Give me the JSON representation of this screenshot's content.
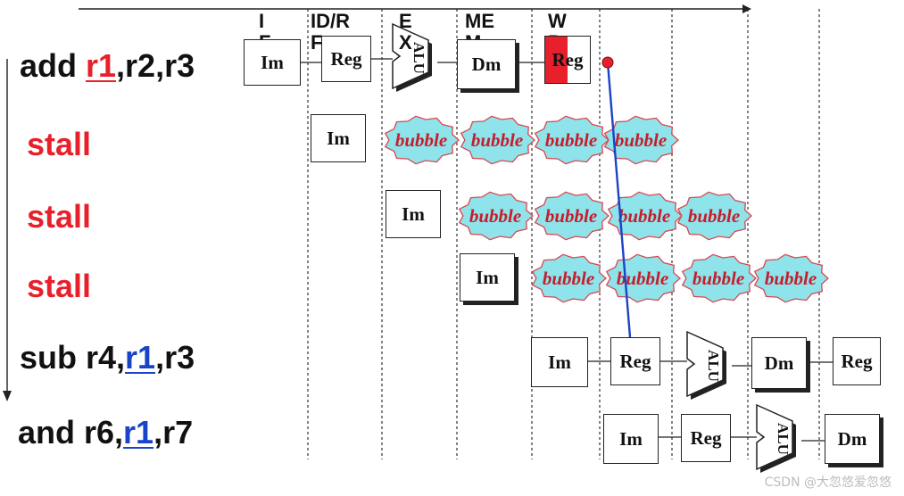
{
  "phases": [
    "I\nF",
    "ID/R\nF",
    "E\nX",
    "ME\nM",
    "W\nB"
  ],
  "instructions": [
    {
      "pre": "add ",
      "reg": "r1",
      "post": ",r2,r3",
      "reg_color": "#e8202b"
    },
    {
      "pre": "stall",
      "reg": "",
      "post": ""
    },
    {
      "pre": "stall",
      "reg": "",
      "post": ""
    },
    {
      "pre": "stall",
      "reg": "",
      "post": ""
    },
    {
      "pre": "sub r4,",
      "reg": "r1",
      "post": ",r3",
      "reg_color": "#1a44c8"
    },
    {
      "pre": "and r6,",
      "reg": "r1",
      "post": ",r7",
      "reg_color": "#1a44c8"
    }
  ],
  "labels": {
    "im": "Im",
    "reg": "Reg",
    "alu": "ALU",
    "dm": "Dm",
    "bubble": "bubble"
  },
  "colors": {
    "stall": "#e8202b",
    "bubble_fill": "#8fe3ea",
    "bubble_edge": "#d8484f",
    "dependency_line": "#1a44c8",
    "write_back_highlight": "#e8202b"
  },
  "watermark": "CSDN @大忽悠爱忽悠"
}
